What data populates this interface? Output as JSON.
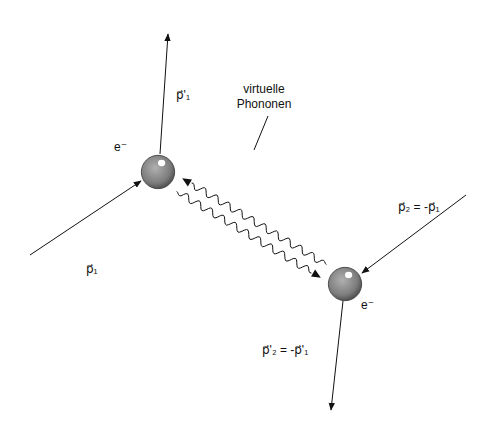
{
  "diagram": {
    "nodes": [
      {
        "text": [
          "e⁻"
        ]
      },
      {
        "text": [
          "e⁻"
        ]
      }
    ],
    "edges": [
      {
        "from": 1,
        "to": 0,
        "arrow": "to"
      },
      {
        "from": 0,
        "to": 1,
        "arrow": "to"
      }
    ],
    "labels": [
      "virtuelle Phononen",
      "p⃗₁",
      "p⃗'₁",
      "p⃗₂ = -p⃗₁",
      "p⃗'₂ = -p⃗'₁"
    ]
  }
}
